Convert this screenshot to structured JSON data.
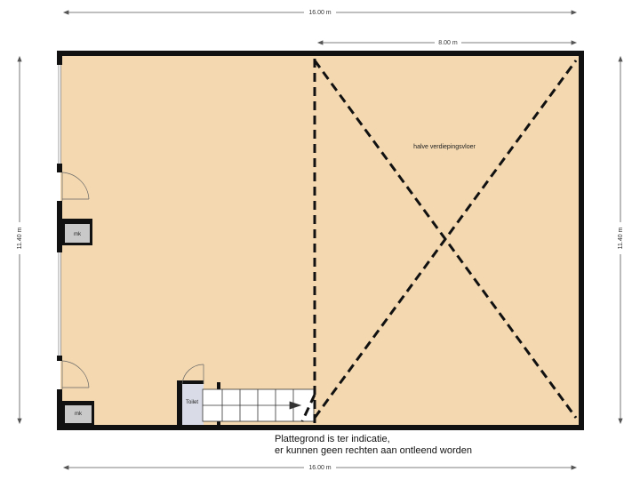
{
  "dimensions": {
    "top_total": "16.00 m",
    "top_partial": "8.00 m",
    "left_height": "11.40 m",
    "right_height": "11.40 m",
    "bottom_total": "16.00 m"
  },
  "rooms": {
    "mezzanine_label": "halve verdiepingsvloer",
    "meter_cupboard_upper": "mk",
    "meter_cupboard_lower": "mk",
    "toilet": "Toilet"
  },
  "disclaimer": {
    "line1": "Plattegrond is ter indicatie,",
    "line2": "er kunnen geen rechten aan ontleend worden"
  },
  "colors": {
    "floor": "#f3d8b0",
    "wall": "#111111",
    "utility": "#c9c9c9",
    "toilet_floor": "#d9dbe6"
  }
}
